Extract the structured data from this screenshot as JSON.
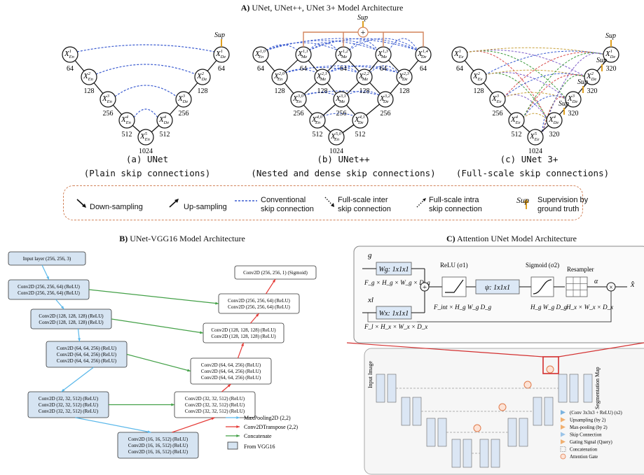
{
  "section_a": {
    "title_letter": "A)",
    "title_text": "UNet, UNet++, UNet 3+ Model Architecture",
    "unet": {
      "nodes": [
        {
          "main": "X",
          "sup": "1",
          "sub": "En",
          "num": "64"
        },
        {
          "main": "X",
          "sup": "2",
          "sub": "En",
          "num": "128"
        },
        {
          "main": "X",
          "sup": "3",
          "sub": "En",
          "num": "256"
        },
        {
          "main": "X",
          "sup": "4",
          "sub": "En",
          "num": "512"
        },
        {
          "main": "X",
          "sup": "5",
          "sub": "En",
          "num": "1024"
        },
        {
          "main": "X",
          "sup": "4",
          "sub": "De",
          "num": "512"
        },
        {
          "main": "X",
          "sup": "3",
          "sub": "De",
          "num": "256"
        },
        {
          "main": "X",
          "sup": "2",
          "sub": "De",
          "num": "128"
        },
        {
          "main": "X",
          "sup": "1",
          "sub": "De",
          "num": "64"
        }
      ],
      "sup_label": "Sup",
      "caption": "(a) UNet",
      "subcaption": "(Plain skip connections)"
    },
    "unetpp": {
      "nodes": [
        {
          "main": "X",
          "sup": "1,0",
          "sub": "En",
          "num": "64"
        },
        {
          "main": "X",
          "sup": "2,0",
          "sub": "En",
          "num": "128"
        },
        {
          "main": "X",
          "sup": "3,0",
          "sub": "En",
          "num": "256"
        },
        {
          "main": "X",
          "sup": "4,0",
          "sub": "En",
          "num": "512"
        },
        {
          "main": "X",
          "sup": "5,0",
          "sub": "En",
          "num": "1024"
        },
        {
          "main": "X",
          "sup": "1,1",
          "sub": "Me",
          "num": "64"
        },
        {
          "main": "X",
          "sup": "1,2",
          "sub": "Me",
          "num": "64"
        },
        {
          "main": "X",
          "sup": "1,3",
          "sub": "Me",
          "num": "64"
        },
        {
          "main": "X",
          "sup": "1,4",
          "sub": "De",
          "num": "64"
        },
        {
          "main": "X",
          "sup": "2,1",
          "sub": "Me",
          "num": "128"
        },
        {
          "main": "X",
          "sup": "2,2",
          "sub": "Me",
          "num": "128"
        },
        {
          "main": "X",
          "sup": "2,3",
          "sub": "De",
          "num": "128"
        },
        {
          "main": "X",
          "sup": "3,1",
          "sub": "Me",
          "num": "256"
        },
        {
          "main": "X",
          "sup": "3,2",
          "sub": "De",
          "num": "256"
        },
        {
          "main": "X",
          "sup": "4,1",
          "sub": "De",
          "num": "512"
        }
      ],
      "sup_label": "Sup",
      "caption": "(b) UNet++",
      "subcaption": "(Nested and dense skip connections)"
    },
    "unet3p": {
      "nodes": [
        {
          "main": "X",
          "sup": "1",
          "sub": "Ee",
          "num": "64"
        },
        {
          "main": "X",
          "sup": "2",
          "sub": "Ee",
          "num": "128"
        },
        {
          "main": "X",
          "sup": "3",
          "sub": "Ee",
          "num": "256"
        },
        {
          "main": "X",
          "sup": "4",
          "sub": "Ee",
          "num": "512"
        },
        {
          "main": "X",
          "sup": "5",
          "sub": "Ee",
          "num": "1024"
        },
        {
          "main": "X",
          "sup": "4",
          "sub": "De",
          "num": "320"
        },
        {
          "main": "X",
          "sup": "3",
          "sub": "De",
          "num": "320"
        },
        {
          "main": "X",
          "sup": "2",
          "sub": "De",
          "num": "320"
        },
        {
          "main": "X",
          "sup": "1",
          "sub": "De",
          "num": "320"
        }
      ],
      "sup_label": "Sup",
      "caption": "(c) UNet 3+",
      "subcaption": "(Full-scale skip connections)"
    },
    "legend": {
      "down": "Down-sampling",
      "up": "Up-sampling",
      "conventional_1": "Conventional",
      "conventional_2": "skip connection",
      "inter_1": "Full-scale inter",
      "inter_2": "skip connection",
      "intra_1": "Full-scale intra",
      "intra_2": "skip connection",
      "sup_word": "Sup",
      "supervision_1": "Supervision by",
      "supervision_2": "ground truth"
    }
  },
  "section_b": {
    "title_letter": "B)",
    "title_text": "UNet-VGG16 Model Architecture",
    "input": "Input layer (256, 256, 3)",
    "encoder": [
      [
        "Conv2D (256, 256, 64) (ReLU)",
        "Conv2D (256, 256, 64) (ReLU)"
      ],
      [
        "Conv2D (128, 128, 128) (ReLU)",
        "Conv2D (128, 128, 128) (ReLU)"
      ],
      [
        "Conv2D (64, 64, 256) (ReLU)",
        "Conv2D (64, 64, 256) (ReLU)",
        "Conv2D (64, 64, 256) (ReLU)"
      ],
      [
        "Conv2D (32, 32, 512) (ReLU)",
        "Conv2D (32, 32, 512) (ReLU)",
        "Conv2D (32, 32, 512) (ReLU)"
      ],
      [
        "Conv2D (16, 16, 512) (ReLU)",
        "Conv2D (16, 16, 512) (ReLU)",
        "Conv2D (16, 16, 512) (ReLU)"
      ]
    ],
    "decoder": [
      [
        "Conv2D (32, 32, 512) (ReLU)",
        "Conv2D (32, 32, 512) (ReLU)",
        "Conv2D (32, 32, 512) (ReLU)"
      ],
      [
        "Conv2D (64, 64, 256) (ReLU)",
        "Conv2D (64, 64, 256) (ReLU)",
        "Conv2D (64, 64, 256) (ReLU)"
      ],
      [
        "Conv2D (128, 128, 128) (ReLU)",
        "Conv2D (128, 128, 128) (ReLU)"
      ],
      [
        "Conv2D (256, 256, 64) (ReLU)",
        "Conv2D (256, 256, 64) (ReLU)"
      ]
    ],
    "output": "Conv2D (256, 256, 1) (Sigmoid)",
    "legend": {
      "maxpool": "MaxPooling2D (2,2)",
      "convT": "Conv2DTranspose (2,2)",
      "concat": "Concatenate",
      "vgg": "From VGG16"
    },
    "colors": {
      "maxpool": "#5bb8ea",
      "convT": "#e53935",
      "concat": "#43a047",
      "vgg_fill": "#d6e4f2"
    }
  },
  "section_c": {
    "title_letter": "C)",
    "title_text": "Attention UNet Model Architecture",
    "gate": {
      "g": "g",
      "xl": "x",
      "xl_sup": "l",
      "wg": "W",
      "wg_sub": "g",
      "wg_rest": ": 1x1x1",
      "wx": "W",
      "wx_sub": "x",
      "wx_rest": ": 1x1x1",
      "psi": "ψ: 1x1x1",
      "relu": "ReLU (σ",
      "relu_sub": "1",
      "relu_end": ")",
      "sigmoid": "Sigmoid (σ",
      "sigmoid_sub": "2",
      "sigmoid_end": ")",
      "resampler": "Resampler",
      "alpha": "α",
      "fg_dims": "F_g × H_g × W_g × D_g",
      "fl_dims": "F_l × H_x × W_x × D_x",
      "fint_dims": "F_int × H_g W_g D_g",
      "hg_dims": "H_g W_g D_g",
      "hx_dims": "H_x × W_x × D_x",
      "xhat": "x̂"
    },
    "network": {
      "input_label": "Input Image",
      "seg_label": "Segmentation Map",
      "legend": [
        "(Conv 3x3x3 + ReLU) (x2)",
        "Upsampling (by 2)",
        "Max-pooling (by 2)",
        "Skip Connection",
        "Gating Signal (Query)",
        "Concatenation",
        "Attention Gate"
      ]
    }
  }
}
